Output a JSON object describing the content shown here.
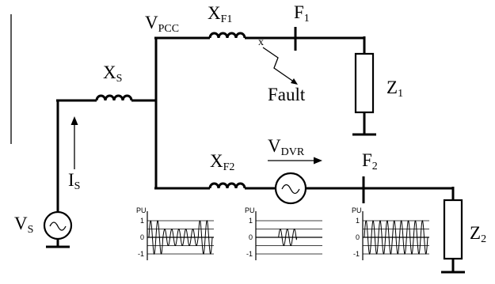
{
  "labels": {
    "v_pcc": {
      "main": "V",
      "sub": "PCC"
    },
    "x_f1": {
      "main": "X",
      "sub": "F1"
    },
    "f1": {
      "main": "F",
      "sub": "1"
    },
    "x_s": {
      "main": "X",
      "sub": "S"
    },
    "fault_mark": "x",
    "fault": "Fault",
    "z1": {
      "main": "Z",
      "sub": "1"
    },
    "i_s": {
      "main": "I",
      "sub": "S"
    },
    "x_f2": {
      "main": "X",
      "sub": "F2"
    },
    "v_dvr": {
      "main": "V",
      "sub": "DVR"
    },
    "f2": {
      "main": "F",
      "sub": "2"
    },
    "v_s": {
      "main": "V",
      "sub": "S"
    },
    "z2": {
      "main": "Z",
      "sub": "2"
    }
  },
  "waveforms": [
    {
      "axis_label": "PU",
      "ticks": [
        "1",
        "0",
        "-1"
      ],
      "sag_depth": 0.5,
      "profile": "sag"
    },
    {
      "axis_label": "PU",
      "ticks": [
        "1",
        "0",
        "-1"
      ],
      "sag_depth": 0.5,
      "profile": "injected"
    },
    {
      "axis_label": "PU",
      "ticks": [
        "1",
        "0",
        "-1"
      ],
      "sag_depth": 1.0,
      "profile": "restored"
    }
  ]
}
